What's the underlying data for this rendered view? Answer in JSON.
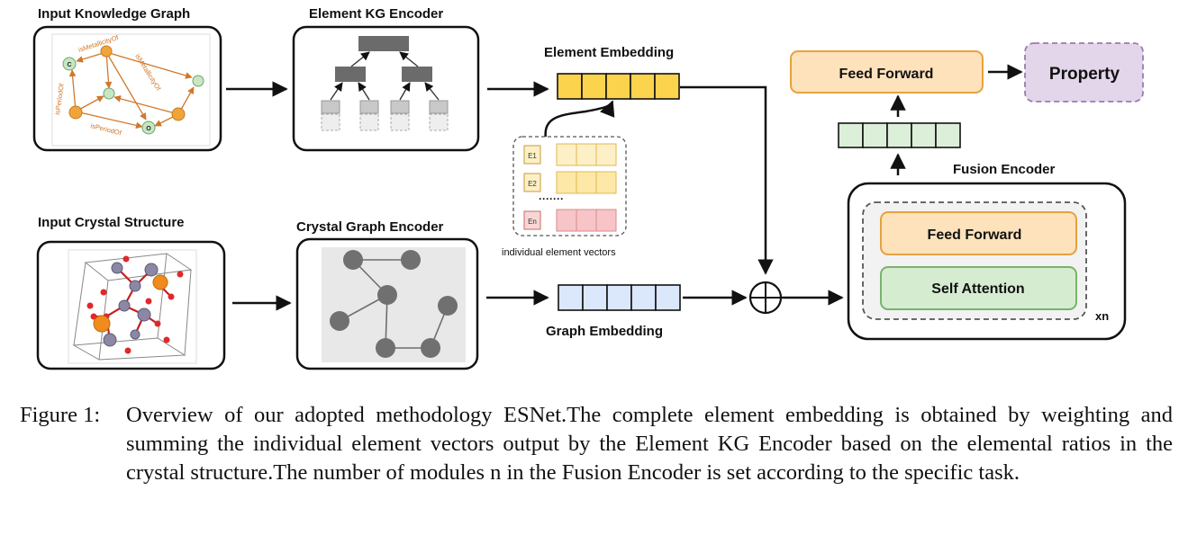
{
  "labels": {
    "input_kg": "Input Knowledge Graph",
    "kg_encoder": "Element KG Encoder",
    "element_embedding": "Element Embedding",
    "input_crystal": "Input Crystal Structure",
    "crystal_encoder": "Crystal Graph Encoder",
    "graph_embedding": "Graph Embedding",
    "individual_vectors": "individual element vectors",
    "fusion_encoder": "Fusion Encoder",
    "feed_forward_top": "Feed Forward",
    "property": "Property",
    "feed_forward_inner": "Feed Forward",
    "self_attention": "Self Attention",
    "repeat": "xn"
  },
  "kg_edges": {
    "metallicity1": "isMetallicityOf",
    "metallicity2": "isMetallicityOf",
    "period1": "isPeriodOf",
    "period2": "isPeriodOf",
    "node_c": "C",
    "node_o": "O"
  },
  "element_vectors": {
    "e1": "E1",
    "e2": "E2",
    "dots": "·······",
    "en": "En"
  },
  "colors": {
    "element_cell": "#fcd34d",
    "graph_cell": "#dbe7fb",
    "fused_cell": "#dcefd9",
    "feed_forward": "#fde2bb",
    "self_attention": "#d5ecd0",
    "property": "#e3d6ea",
    "kg_node_orange": "#f0a53c",
    "kg_node_green": "#c8e6c4",
    "kg_edge": "#d0782b"
  },
  "caption": {
    "label": "Figure 1: ",
    "text": "Overview of our adopted methodology ESNet.The complete element embedding is obtained by weighting and summing the individual element vectors output by the Element KG Encoder based on the elemental ratios in the crystal structure.The number of modules n in the Fusion Encoder is set according to the specific task."
  }
}
